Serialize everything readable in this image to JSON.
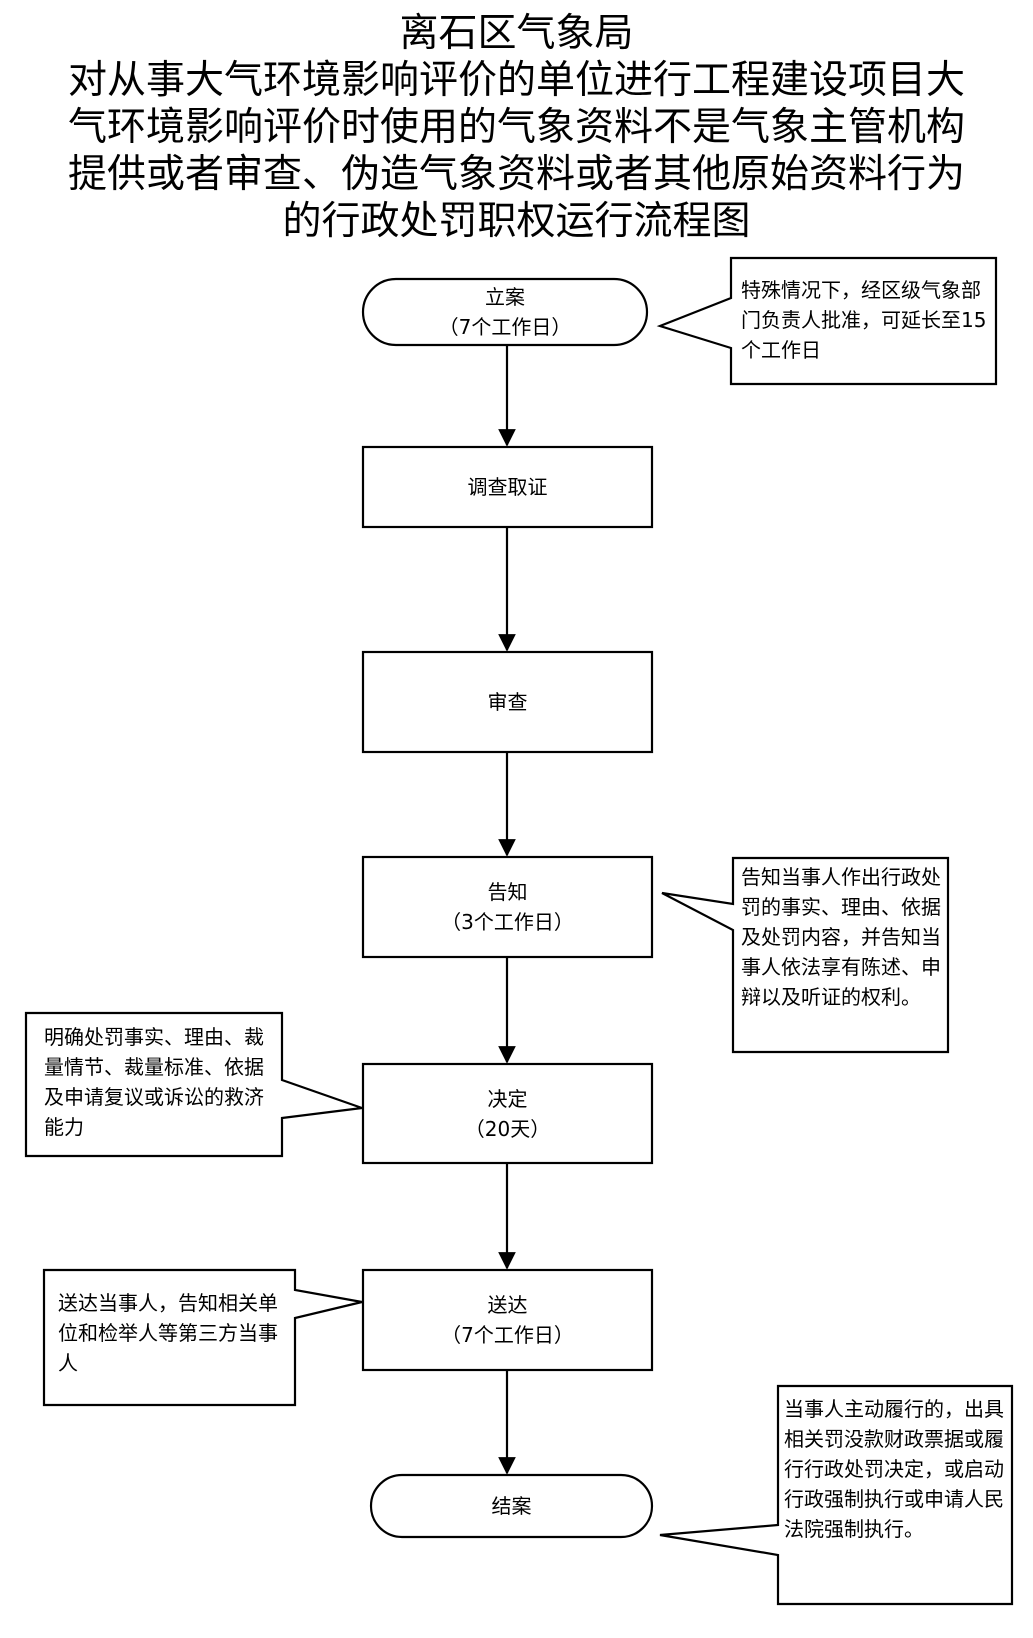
{
  "title": {
    "lines": [
      "离石区气象局",
      "对从事大气环境影响评价的单位进行工程建设项目大",
      "气环境影响评价时使用的气象资料不是气象主管机构",
      "提供或者审查、伪造气象资料或者其他原始资料行为",
      "的行政处罚职权运行流程图"
    ]
  },
  "steps": [
    {
      "label": "立案",
      "sub": "（7个工作日）"
    },
    {
      "label": "调查取证",
      "sub": ""
    },
    {
      "label": "审查",
      "sub": ""
    },
    {
      "label": "告知",
      "sub": "（3个工作日）"
    },
    {
      "label": "决定",
      "sub": "（20天）"
    },
    {
      "label": "送达",
      "sub": "（7个工作日）"
    },
    {
      "label": "结案",
      "sub": ""
    }
  ],
  "notes": {
    "filing": "特殊情况下，经区级气象部门负责人批准，可延长至15个工作日",
    "inform": "告知当事人作出行政处罚的事实、理由、依据及处罚内容，并告知当事人依法享有陈述、申辩以及听证的权利。",
    "decision": "明确处罚事实、理由、裁量情节、裁量标准、依据及申请复议或诉讼的救济能力",
    "delivery": "送达当事人，告知相关单位和检举人等第三方当事人",
    "closing": "当事人主动履行的，出具相关罚没款财政票据或履行行政处罚决定，或启动行政强制执行或申请人民法院强制执行。"
  }
}
